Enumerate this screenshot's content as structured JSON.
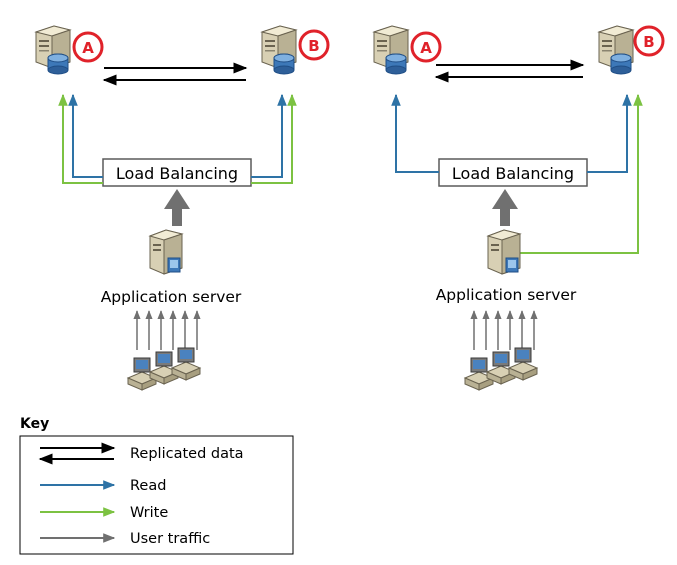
{
  "colors": {
    "read": "#2e73a6",
    "write": "#7cc242",
    "user_traffic": "#707070",
    "replicated": "#000000",
    "badge": "#e0222a"
  },
  "diagrams": [
    {
      "server_a_label": "A",
      "server_b_label": "B",
      "load_balancer_label": "Load Balancing",
      "app_server_label": "Application server"
    },
    {
      "server_a_label": "A",
      "server_b_label": "B",
      "load_balancer_label": "Load Balancing",
      "app_server_label": "Application server"
    }
  ],
  "key": {
    "title": "Key",
    "items": [
      {
        "label": "Replicated data",
        "type": "replicated"
      },
      {
        "label": "Read",
        "type": "read"
      },
      {
        "label": "Write",
        "type": "write"
      },
      {
        "label": "User traffic",
        "type": "user_traffic"
      }
    ]
  }
}
